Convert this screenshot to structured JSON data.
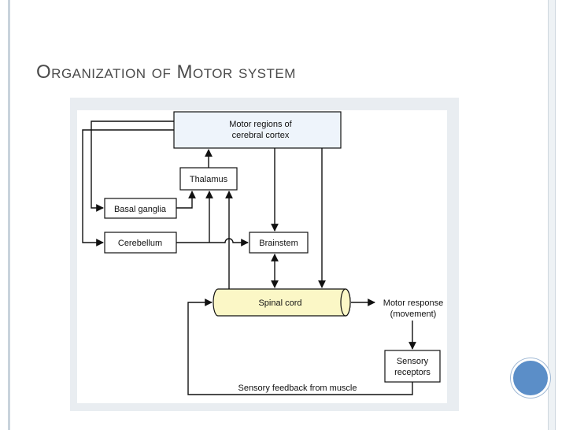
{
  "slide": {
    "title": "Organization of Motor system"
  },
  "diagram": {
    "nodes": {
      "cortex": [
        "Motor regions of",
        "cerebral cortex"
      ],
      "thalamus": "Thalamus",
      "basal_ganglia": "Basal ganglia",
      "cerebellum": "Cerebellum",
      "brainstem": "Brainstem",
      "spinal_cord": "Spinal cord",
      "motor_response": [
        "Motor response",
        "(movement)"
      ],
      "sensory_receptors": [
        "Sensory",
        "receptors"
      ]
    },
    "feedback_label": "Sensory feedback from muscle"
  },
  "colors": {
    "cortex_fill": "#eef4fb",
    "box_fill": "#ffffff",
    "spinal_fill": "#fbf7c6",
    "accent_dot": "#5b8ec8"
  }
}
